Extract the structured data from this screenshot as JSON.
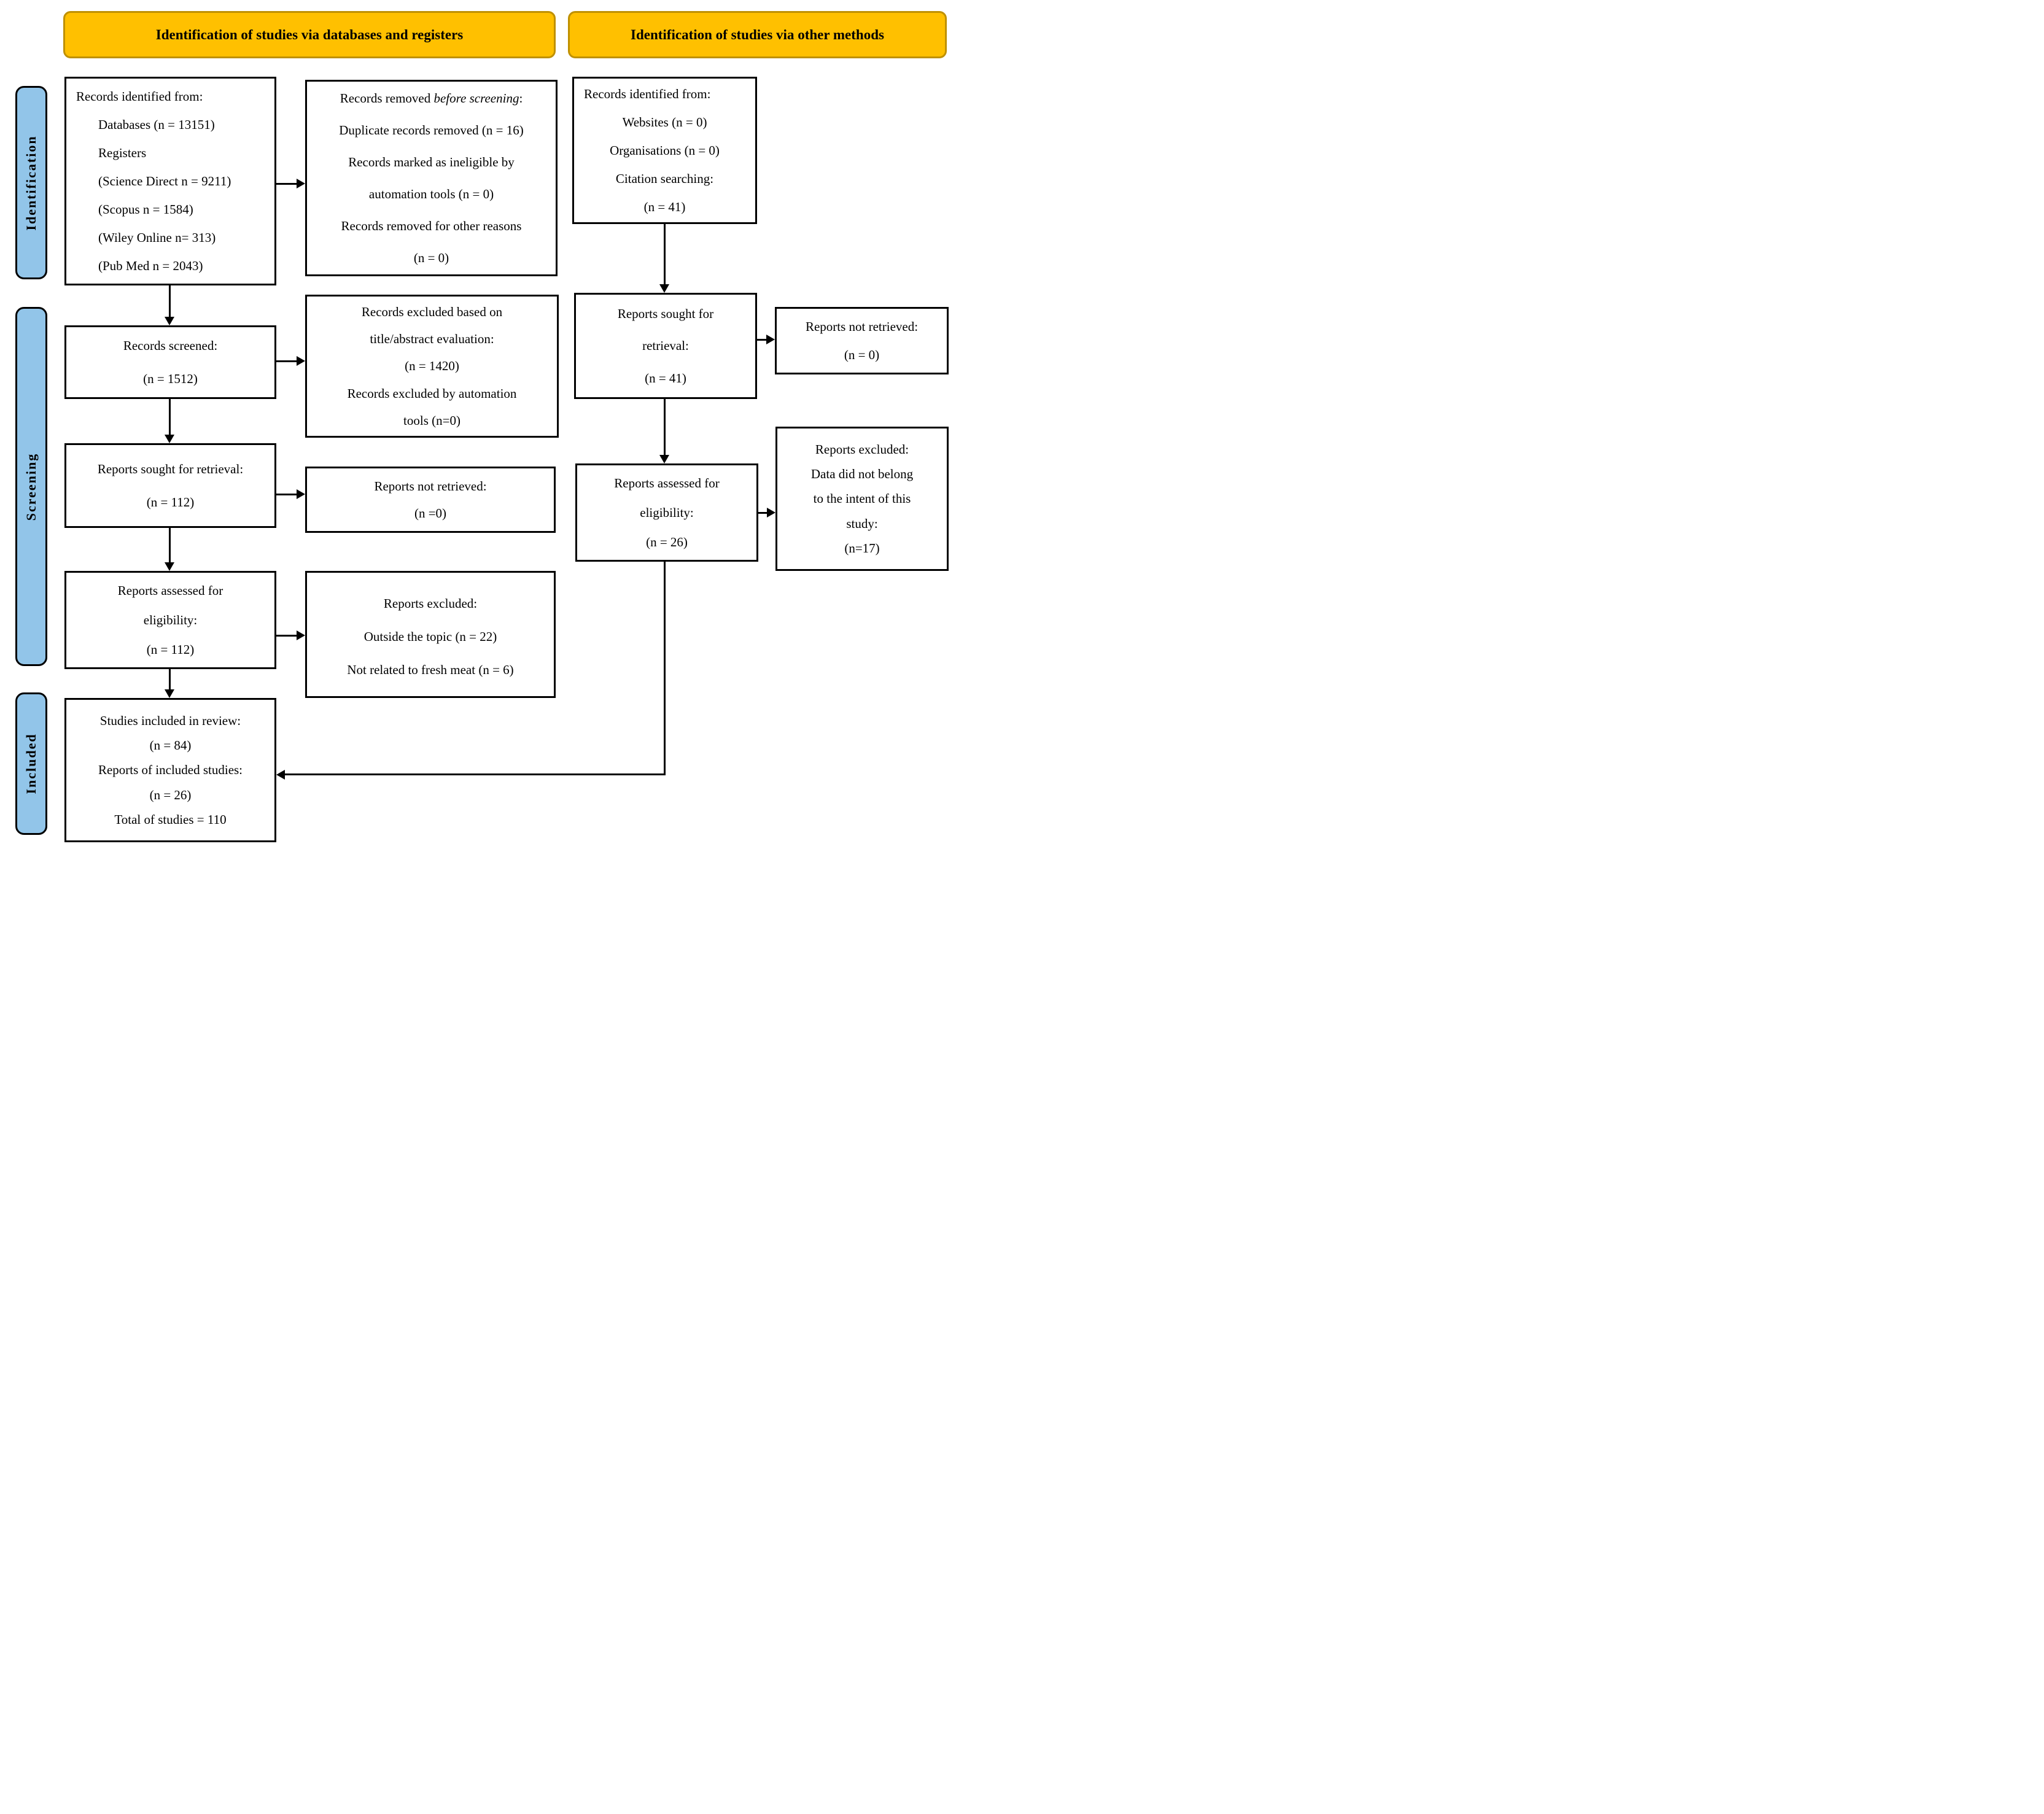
{
  "headers": {
    "databases": "Identification of studies via databases and registers",
    "other": "Identification of studies via other methods"
  },
  "sidebar": {
    "identification": "Identification",
    "screening": "Screening",
    "included": "Included"
  },
  "boxes": {
    "records_identified_db": {
      "lines": [
        "Records identified from:",
        "Databases (n = 13151)",
        "Registers",
        "(Science Direct n = 9211)",
        "(Scopus n = 1584)",
        "(Wiley Online n= 313)",
        "(Pub Med n = 2043)"
      ]
    },
    "records_removed": {
      "line1_pre": "Records removed ",
      "line1_italic": "before screening",
      "line1_post": ":",
      "lines": [
        "Duplicate records removed (n = 16)",
        "Records marked as ineligible by",
        "automation tools (n = 0)",
        "Records removed for other reasons",
        "(n = 0)"
      ]
    },
    "records_identified_other": {
      "lines": [
        "Records identified from:",
        "Websites (n = 0)",
        "Organisations (n = 0)",
        "Citation searching:",
        "(n = 41)"
      ]
    },
    "records_screened": {
      "lines": [
        "Records screened:",
        "(n = 1512)"
      ]
    },
    "records_excluded_title": {
      "lines": [
        "Records excluded based on",
        "title/abstract evaluation:",
        "(n = 1420)",
        "Records excluded by automation",
        "tools (n=0)"
      ]
    },
    "reports_sought_other": {
      "lines": [
        "Reports sought for",
        "retrieval:",
        "(n = 41)"
      ]
    },
    "reports_not_retrieved_other": {
      "lines": [
        "Reports not retrieved:",
        "(n = 0)"
      ]
    },
    "reports_sought_db": {
      "lines": [
        "Reports sought for retrieval:",
        "(n = 112)"
      ]
    },
    "reports_not_retrieved_db": {
      "lines": [
        "Reports not retrieved:",
        "(n =0)"
      ]
    },
    "reports_assessed_other": {
      "lines": [
        "Reports assessed for",
        "eligibility:",
        "(n = 26)"
      ]
    },
    "reports_excluded_other": {
      "lines": [
        "Reports excluded:",
        "Data did not belong",
        "to the intent of this",
        "study:",
        "(n=17)"
      ]
    },
    "reports_assessed_db": {
      "lines": [
        "Reports assessed for",
        "eligibility:",
        "(n = 112)"
      ]
    },
    "reports_excluded_db": {
      "lines": [
        "Reports excluded:",
        "Outside the topic (n = 22)",
        "Not related to fresh meat (n = 6)"
      ]
    },
    "studies_included": {
      "lines": [
        "Studies included in review:",
        "(n = 84)",
        "Reports of included studies:",
        "(n = 26)",
        "Total of studies = 110"
      ]
    }
  },
  "colors": {
    "header_fill": "#FFC000",
    "header_border": "#BF9000",
    "sidebar_fill": "#92C5E9",
    "box_border": "#000000",
    "background": "#FFFFFF"
  }
}
